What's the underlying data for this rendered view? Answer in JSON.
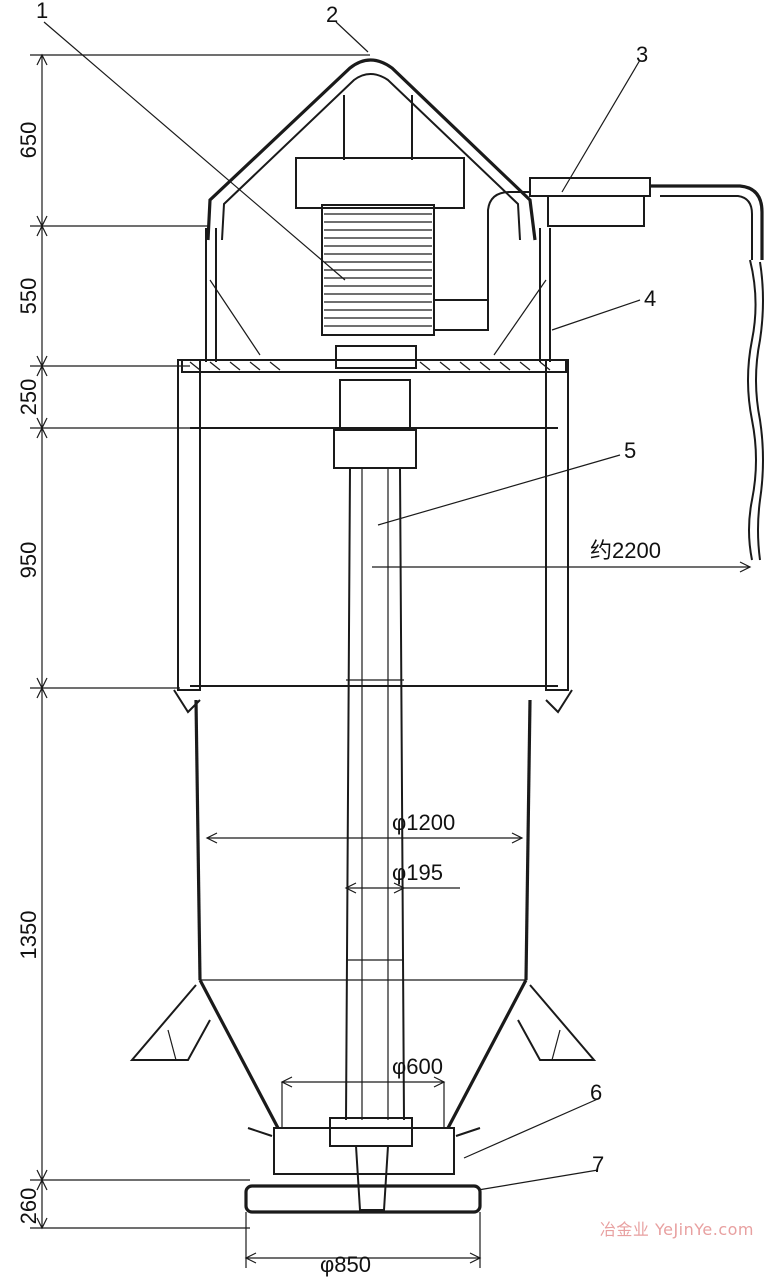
{
  "callouts": [
    "1",
    "2",
    "3",
    "4",
    "5",
    "6",
    "7"
  ],
  "vertical_dims": [
    "650",
    "550",
    "250",
    "950",
    "1350",
    "260"
  ],
  "horizontal_dims": {
    "overall_width": "约2200",
    "body_diameter": "φ1200",
    "shaft_diameter": "φ195",
    "outlet_diameter": "φ600",
    "base_diameter": "φ850"
  },
  "watermark": "冶金业 YeJinYe.com"
}
